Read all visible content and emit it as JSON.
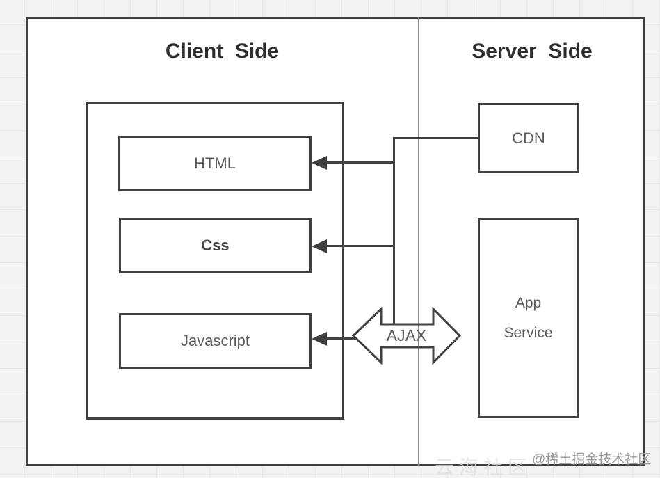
{
  "diagram": {
    "client_title": "Client  Side",
    "server_title": "Server  Side",
    "client_boxes": [
      {
        "label": "HTML"
      },
      {
        "label": "Css"
      },
      {
        "label": "Javascript"
      }
    ],
    "cdn_label": "CDN",
    "app_service": {
      "line1": "App",
      "line2": "Service"
    },
    "ajax_label": "AJAX"
  },
  "watermark": {
    "main": "@稀土掘金技术社区",
    "ghost": "云海社区"
  },
  "colors": {
    "line": "#404040",
    "box_label": "#5a5a5a",
    "title": "#2e2e2e",
    "divider": "#8a8a8a",
    "watermark": "#9b9b9b",
    "background": "#f3f3f3",
    "grid_line": "#e8e8e8"
  }
}
